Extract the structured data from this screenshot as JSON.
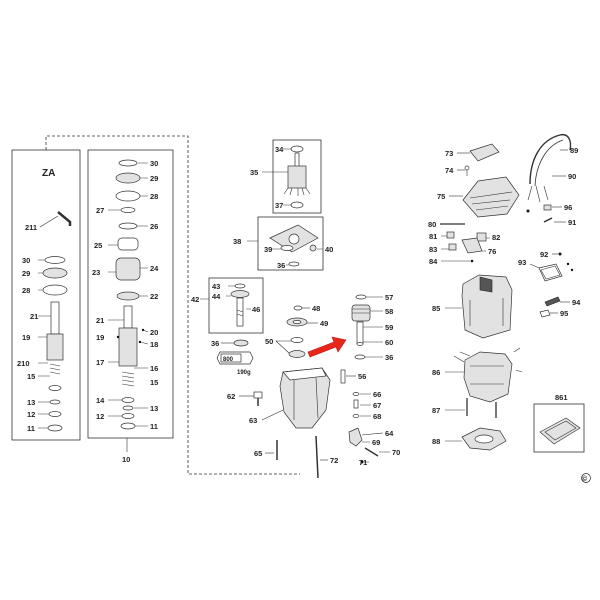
{
  "labels": {
    "ZA": "ZA",
    "211": "211",
    "30a": "30",
    "29a": "29",
    "28a": "28",
    "21a": "21",
    "19a": "19",
    "210": "210",
    "15a": "15",
    "13a": "13",
    "12a": "12",
    "11a": "11",
    "30b": "30",
    "29b": "29",
    "28b": "28",
    "27": "27",
    "26": "26",
    "25": "25",
    "23": "23",
    "24": "24",
    "22": "22",
    "21b": "21",
    "20": "20",
    "19b": "19",
    "18": "18",
    "17": "17",
    "16": "16",
    "15b": "15",
    "14": "14",
    "13b": "13",
    "12b": "12",
    "11b": "11",
    "10": "10",
    "34": "34",
    "35": "35",
    "37": "37",
    "38": "38",
    "39": "39",
    "40": "40",
    "36a": "36",
    "43": "43",
    "44": "44",
    "42": "42",
    "46": "46",
    "36b": "36",
    "48": "48",
    "49": "49",
    "50": "50",
    "57": "57",
    "58": "58",
    "59": "59",
    "60": "60",
    "36c": "36",
    "56": "56",
    "62": "62",
    "63": "63",
    "66": "66",
    "67": "67",
    "68": "68",
    "64": "64",
    "69": "69",
    "70": "70",
    "71": "71",
    "65": "65",
    "72": "72",
    "73": "73",
    "74": "74",
    "75": "75",
    "80": "80",
    "81": "81",
    "82": "82",
    "83": "83",
    "76": "76",
    "84": "84",
    "85": "85",
    "86": "86",
    "87": "87",
    "88": "88",
    "89": "89",
    "90": "90",
    "96": "96",
    "91": "91",
    "92": "92",
    "93": "93",
    "94": "94",
    "95": "95",
    "861": "861"
  },
  "grease": {
    "amount": "800",
    "weight": "190g"
  },
  "copyright": "©"
}
